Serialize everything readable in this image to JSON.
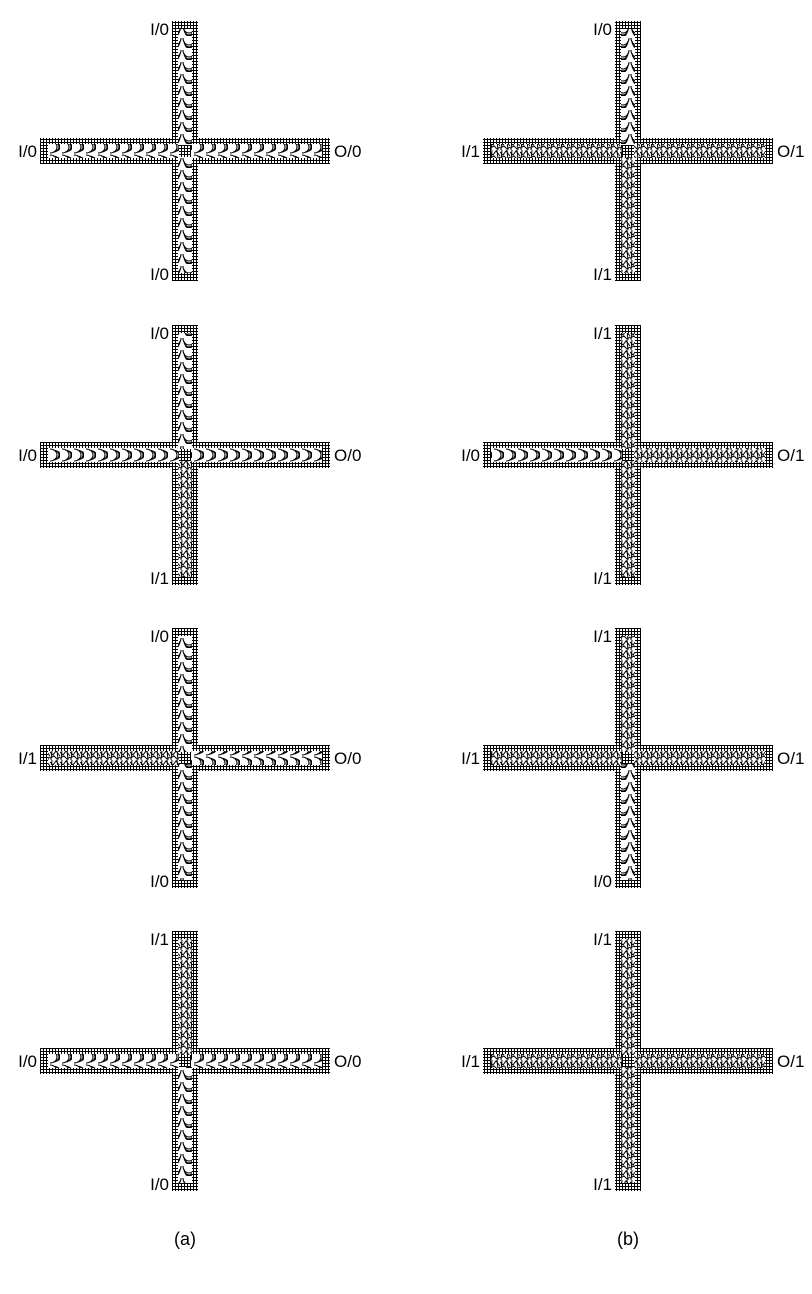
{
  "columns": [
    {
      "caption": "(a)",
      "panels": [
        {
          "top": "I/0",
          "left": "I/0",
          "bottom": "I/0",
          "output": "O/0"
        },
        {
          "top": "I/0",
          "left": "I/0",
          "bottom": "I/1",
          "output": "O/0"
        },
        {
          "top": "I/0",
          "left": "I/1",
          "bottom": "I/0",
          "output": "O/0"
        },
        {
          "top": "I/1",
          "left": "I/0",
          "bottom": "I/0",
          "output": "O/0"
        }
      ]
    },
    {
      "caption": "(b)",
      "panels": [
        {
          "top": "I/0",
          "left": "I/1",
          "bottom": "I/1",
          "output": "O/1"
        },
        {
          "top": "I/1",
          "left": "I/0",
          "bottom": "I/1",
          "output": "O/1"
        },
        {
          "top": "I/1",
          "left": "I/1",
          "bottom": "I/0",
          "output": "O/1"
        },
        {
          "top": "I/1",
          "left": "I/1",
          "bottom": "I/1",
          "output": "O/1"
        }
      ]
    }
  ]
}
